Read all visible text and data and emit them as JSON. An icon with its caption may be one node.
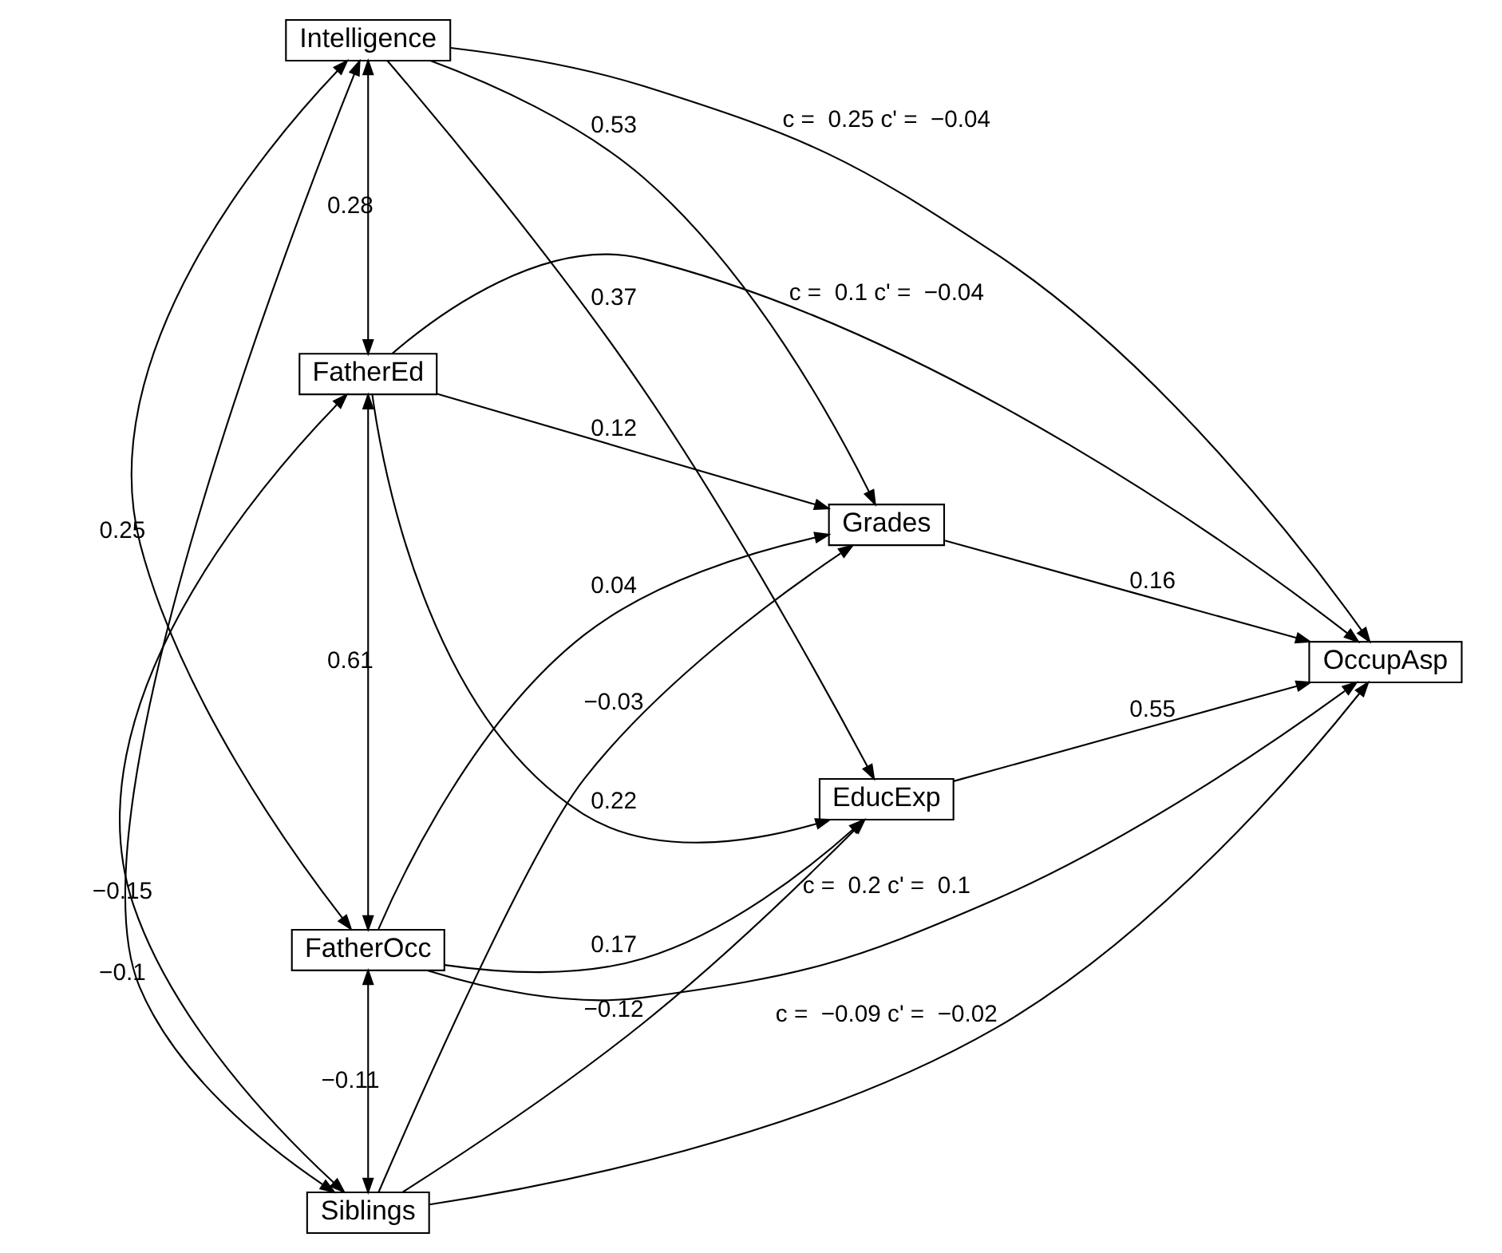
{
  "diagram": {
    "nodes": [
      {
        "text": [
          "Intelligence"
        ]
      },
      {
        "text": [
          "FatherEd"
        ]
      },
      {
        "text": [
          "FatherOcc"
        ]
      },
      {
        "text": [
          "Siblings"
        ]
      },
      {
        "text": [
          "Grades"
        ]
      },
      {
        "text": [
          "EducExp"
        ]
      },
      {
        "text": [
          "OccupAsp"
        ]
      }
    ],
    "edges": [
      {
        "from": 0,
        "to": 4,
        "arrow": "to",
        "label": "0.53"
      },
      {
        "from": 0,
        "to": 5,
        "arrow": "to",
        "label": "0.37"
      },
      {
        "from": 1,
        "to": 4,
        "arrow": "to",
        "label": "0.12"
      },
      {
        "from": 1,
        "to": 5,
        "arrow": "to",
        "label": "0.22"
      },
      {
        "from": 2,
        "to": 4,
        "arrow": "to",
        "label": "0.04"
      },
      {
        "from": 2,
        "to": 5,
        "arrow": "to",
        "label": "0.17"
      },
      {
        "from": 3,
        "to": 4,
        "arrow": "to",
        "label": "−0.03"
      },
      {
        "from": 3,
        "to": 5,
        "arrow": "to",
        "label": "−0.12"
      },
      {
        "from": 4,
        "to": 6,
        "arrow": "to",
        "label": "0.16"
      },
      {
        "from": 5,
        "to": 6,
        "arrow": "to",
        "label": "0.55"
      },
      {
        "from": 0,
        "to": 6,
        "arrow": "to",
        "label": "c =  0.25 c' =  −0.04"
      },
      {
        "from": 1,
        "to": 6,
        "arrow": "to",
        "label": "c =  0.1 c' =  −0.04"
      },
      {
        "from": 2,
        "to": 6,
        "arrow": "to",
        "label": "c =  0.2 c' =  0.1"
      },
      {
        "from": 3,
        "to": 6,
        "arrow": "to",
        "label": "c =  −0.09 c' =  −0.02"
      },
      {
        "from": 0,
        "to": 1,
        "arrow": "both",
        "label": "0.28"
      },
      {
        "from": 0,
        "to": 2,
        "arrow": "both",
        "label": "0.25"
      },
      {
        "from": 0,
        "to": 3,
        "arrow": "both",
        "label": "−0.1"
      },
      {
        "from": 1,
        "to": 2,
        "arrow": "both",
        "label": "0.61"
      },
      {
        "from": 1,
        "to": 3,
        "arrow": "both",
        "label": "−0.15"
      },
      {
        "from": 2,
        "to": 3,
        "arrow": "both",
        "label": "−0.11"
      }
    ]
  }
}
